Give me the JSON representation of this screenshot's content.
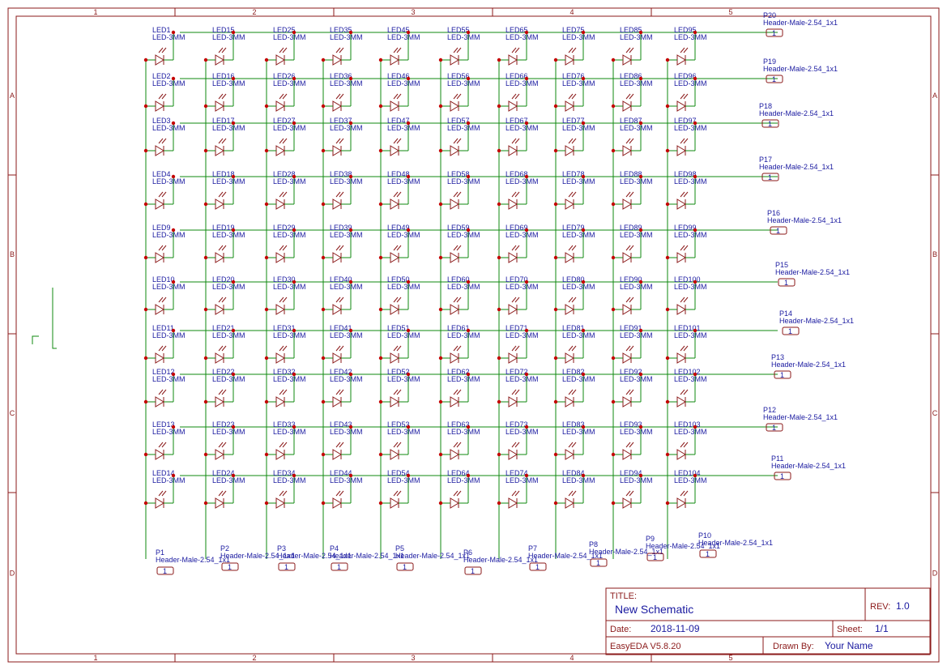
{
  "zones": {
    "cols": [
      "1",
      "2",
      "3",
      "4",
      "5"
    ],
    "rows": [
      "A",
      "B",
      "C",
      "D"
    ]
  },
  "led_part": "LED-3MM",
  "header_part": "Header-Male-2.54_1x1",
  "pin_label": "1",
  "led_columns": [
    [
      "LED1",
      "LED2",
      "LED3",
      "LED4",
      "LED9",
      "LED10",
      "LED11",
      "LED12",
      "LED13",
      "LED14"
    ],
    [
      "LED15",
      "LED16",
      "LED17",
      "LED18",
      "LED19",
      "LED20",
      "LED21",
      "LED22",
      "LED23",
      "LED24"
    ],
    [
      "LED25",
      "LED26",
      "LED27",
      "LED28",
      "LED29",
      "LED30",
      "LED31",
      "LED32",
      "LED33",
      "LED34"
    ],
    [
      "LED35",
      "LED36",
      "LED37",
      "LED38",
      "LED39",
      "LED40",
      "LED41",
      "LED42",
      "LED43",
      "LED44"
    ],
    [
      "LED45",
      "LED46",
      "LED47",
      "LED48",
      "LED49",
      "LED50",
      "LED51",
      "LED52",
      "LED53",
      "LED54"
    ],
    [
      "LED55",
      "LED56",
      "LED57",
      "LED58",
      "LED59",
      "LED60",
      "LED61",
      "LED62",
      "LED63",
      "LED64"
    ],
    [
      "LED65",
      "LED66",
      "LED67",
      "LED68",
      "LED69",
      "LED70",
      "LED71",
      "LED72",
      "LED73",
      "LED74"
    ],
    [
      "LED75",
      "LED76",
      "LED77",
      "LED78",
      "LED79",
      "LED80",
      "LED81",
      "LED82",
      "LED83",
      "LED84"
    ],
    [
      "LED85",
      "LED86",
      "LED87",
      "LED88",
      "LED89",
      "LED90",
      "LED91",
      "LED92",
      "LED93",
      "LED94"
    ],
    [
      "LED95",
      "LED96",
      "LED97",
      "LED98",
      "LED99",
      "LED100",
      "LED101",
      "LED102",
      "LED103",
      "LED104"
    ]
  ],
  "row_headers": [
    "P20",
    "P19",
    "P18",
    "P17",
    "P16",
    "P15",
    "P14",
    "P13",
    "P12",
    "P11"
  ],
  "col_headers": [
    "P1",
    "P2",
    "P3",
    "P4",
    "P5",
    "P6",
    "P7",
    "P8",
    "P9",
    "P10"
  ],
  "title_block": {
    "title_label": "TITLE:",
    "title": "New Schematic",
    "rev_label": "REV:",
    "rev": "1.0",
    "date_label": "Date:",
    "date": "2018-11-09",
    "sheet_label": "Sheet:",
    "sheet": "1/1",
    "tool": "EasyEDA V5.8.20",
    "drawn_label": "Drawn By:",
    "drawn_by": "Your Name"
  },
  "colors": {
    "frame": "#8b1a1a",
    "wire": "#0f8a0f",
    "label": "#1a1aa0",
    "junction": "#c40000"
  }
}
